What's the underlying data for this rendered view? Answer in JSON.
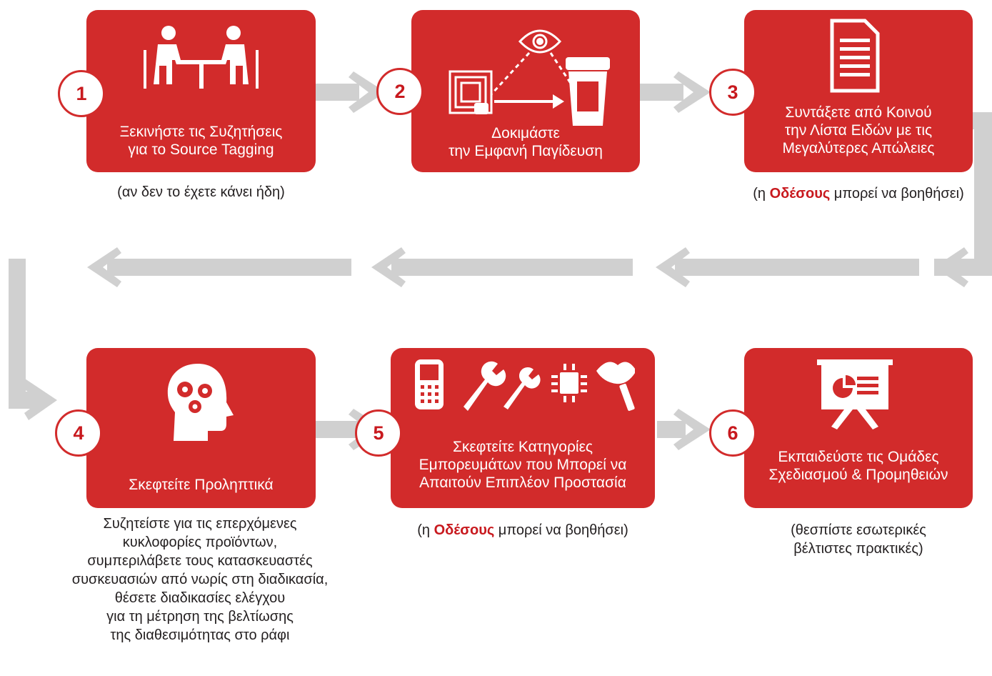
{
  "colors": {
    "accent": "#d22b2b",
    "arrow": "#d0d0d0",
    "text": "#231f20",
    "brand": "#c8191e"
  },
  "steps": [
    {
      "number": "1",
      "title": [
        "Ξεκινήστε τις Συζητήσεις",
        "για το Source Tagging"
      ],
      "icon": "meeting-icon",
      "note": [
        "(αν δεν το έχετε κάνει ήδη)"
      ]
    },
    {
      "number": "2",
      "title": [
        "Δοκιμάστε",
        "την Εμφανή Παγίδευση"
      ],
      "icon": "eye-tag-container-icon",
      "note": []
    },
    {
      "number": "3",
      "title": [
        "Συντάξετε από Κοινού",
        "την Λίστα Ειδών με τις",
        "Μεγαλύτερες Απώλειες"
      ],
      "icon": "document-icon",
      "note_prefix": "(η ",
      "note_brand": "Οδέσους",
      "note_suffix": " μπορεί να βοηθήσει)"
    },
    {
      "number": "4",
      "title": [
        "Σκεφτείτε Προληπτικά"
      ],
      "icon": "head-gears-icon",
      "note": [
        "Συζητείστε για τις επερχόμενες",
        "κυκλοφορίες προϊόντων,",
        "συμπεριλάβετε τους κατασκευαστές",
        "συσκευασιών από νωρίς στη διαδικασία,",
        "θέσετε διαδικασίες ελέγχου",
        "για τη μέτρηση της βελτίωσης",
        "της διαθεσιμότητας στο ράφι"
      ]
    },
    {
      "number": "5",
      "title": [
        "Σκεφτείτε Κατηγορίες",
        "Εμπορευμάτων που Μπορεί να",
        "Απαιτούν Επιπλέον Προστασία"
      ],
      "icon": "categories-icons",
      "note_prefix": "(η ",
      "note_brand": "Οδέσους",
      "note_suffix": " μπορεί να βοηθήσει)"
    },
    {
      "number": "6",
      "title": [
        "Εκπαιδεύστε τις Ομάδες",
        "Σχεδιασμού &  Προμηθειών"
      ],
      "icon": "presentation-board-icon",
      "note": [
        "(θεσπίστε εσωτερικές",
        "βέλτιστες πρακτικές)"
      ]
    }
  ]
}
